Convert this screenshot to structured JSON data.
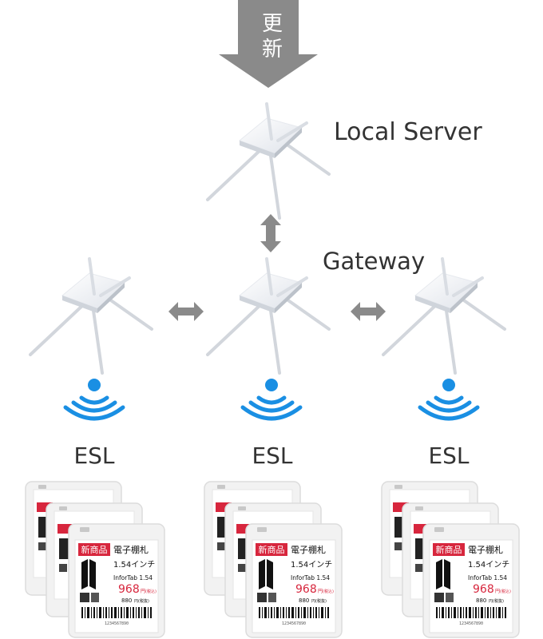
{
  "update": {
    "line1": "更",
    "line2": "新"
  },
  "local_server": {
    "label": "Local Server"
  },
  "gateway": {
    "label": "Gateway"
  },
  "esl_groups": [
    {
      "label": "ESL"
    },
    {
      "label": "ESL"
    },
    {
      "label": "ESL"
    }
  ],
  "esl_tag": {
    "badge": "新商品",
    "title": "電子棚札",
    "size": "1.54インチ",
    "model": "InforTab 1.54",
    "price": "968",
    "price_unit": "円",
    "tax_note": "(税込)",
    "sub_price": "880",
    "sub_unit": "円(税抜)",
    "barcode_number": "1234567890"
  },
  "colors": {
    "arrow_gray": "#8a8a8a",
    "wifi_blue": "#1a8fe3",
    "tag_red": "#d7263d",
    "text_dark": "#333333"
  }
}
